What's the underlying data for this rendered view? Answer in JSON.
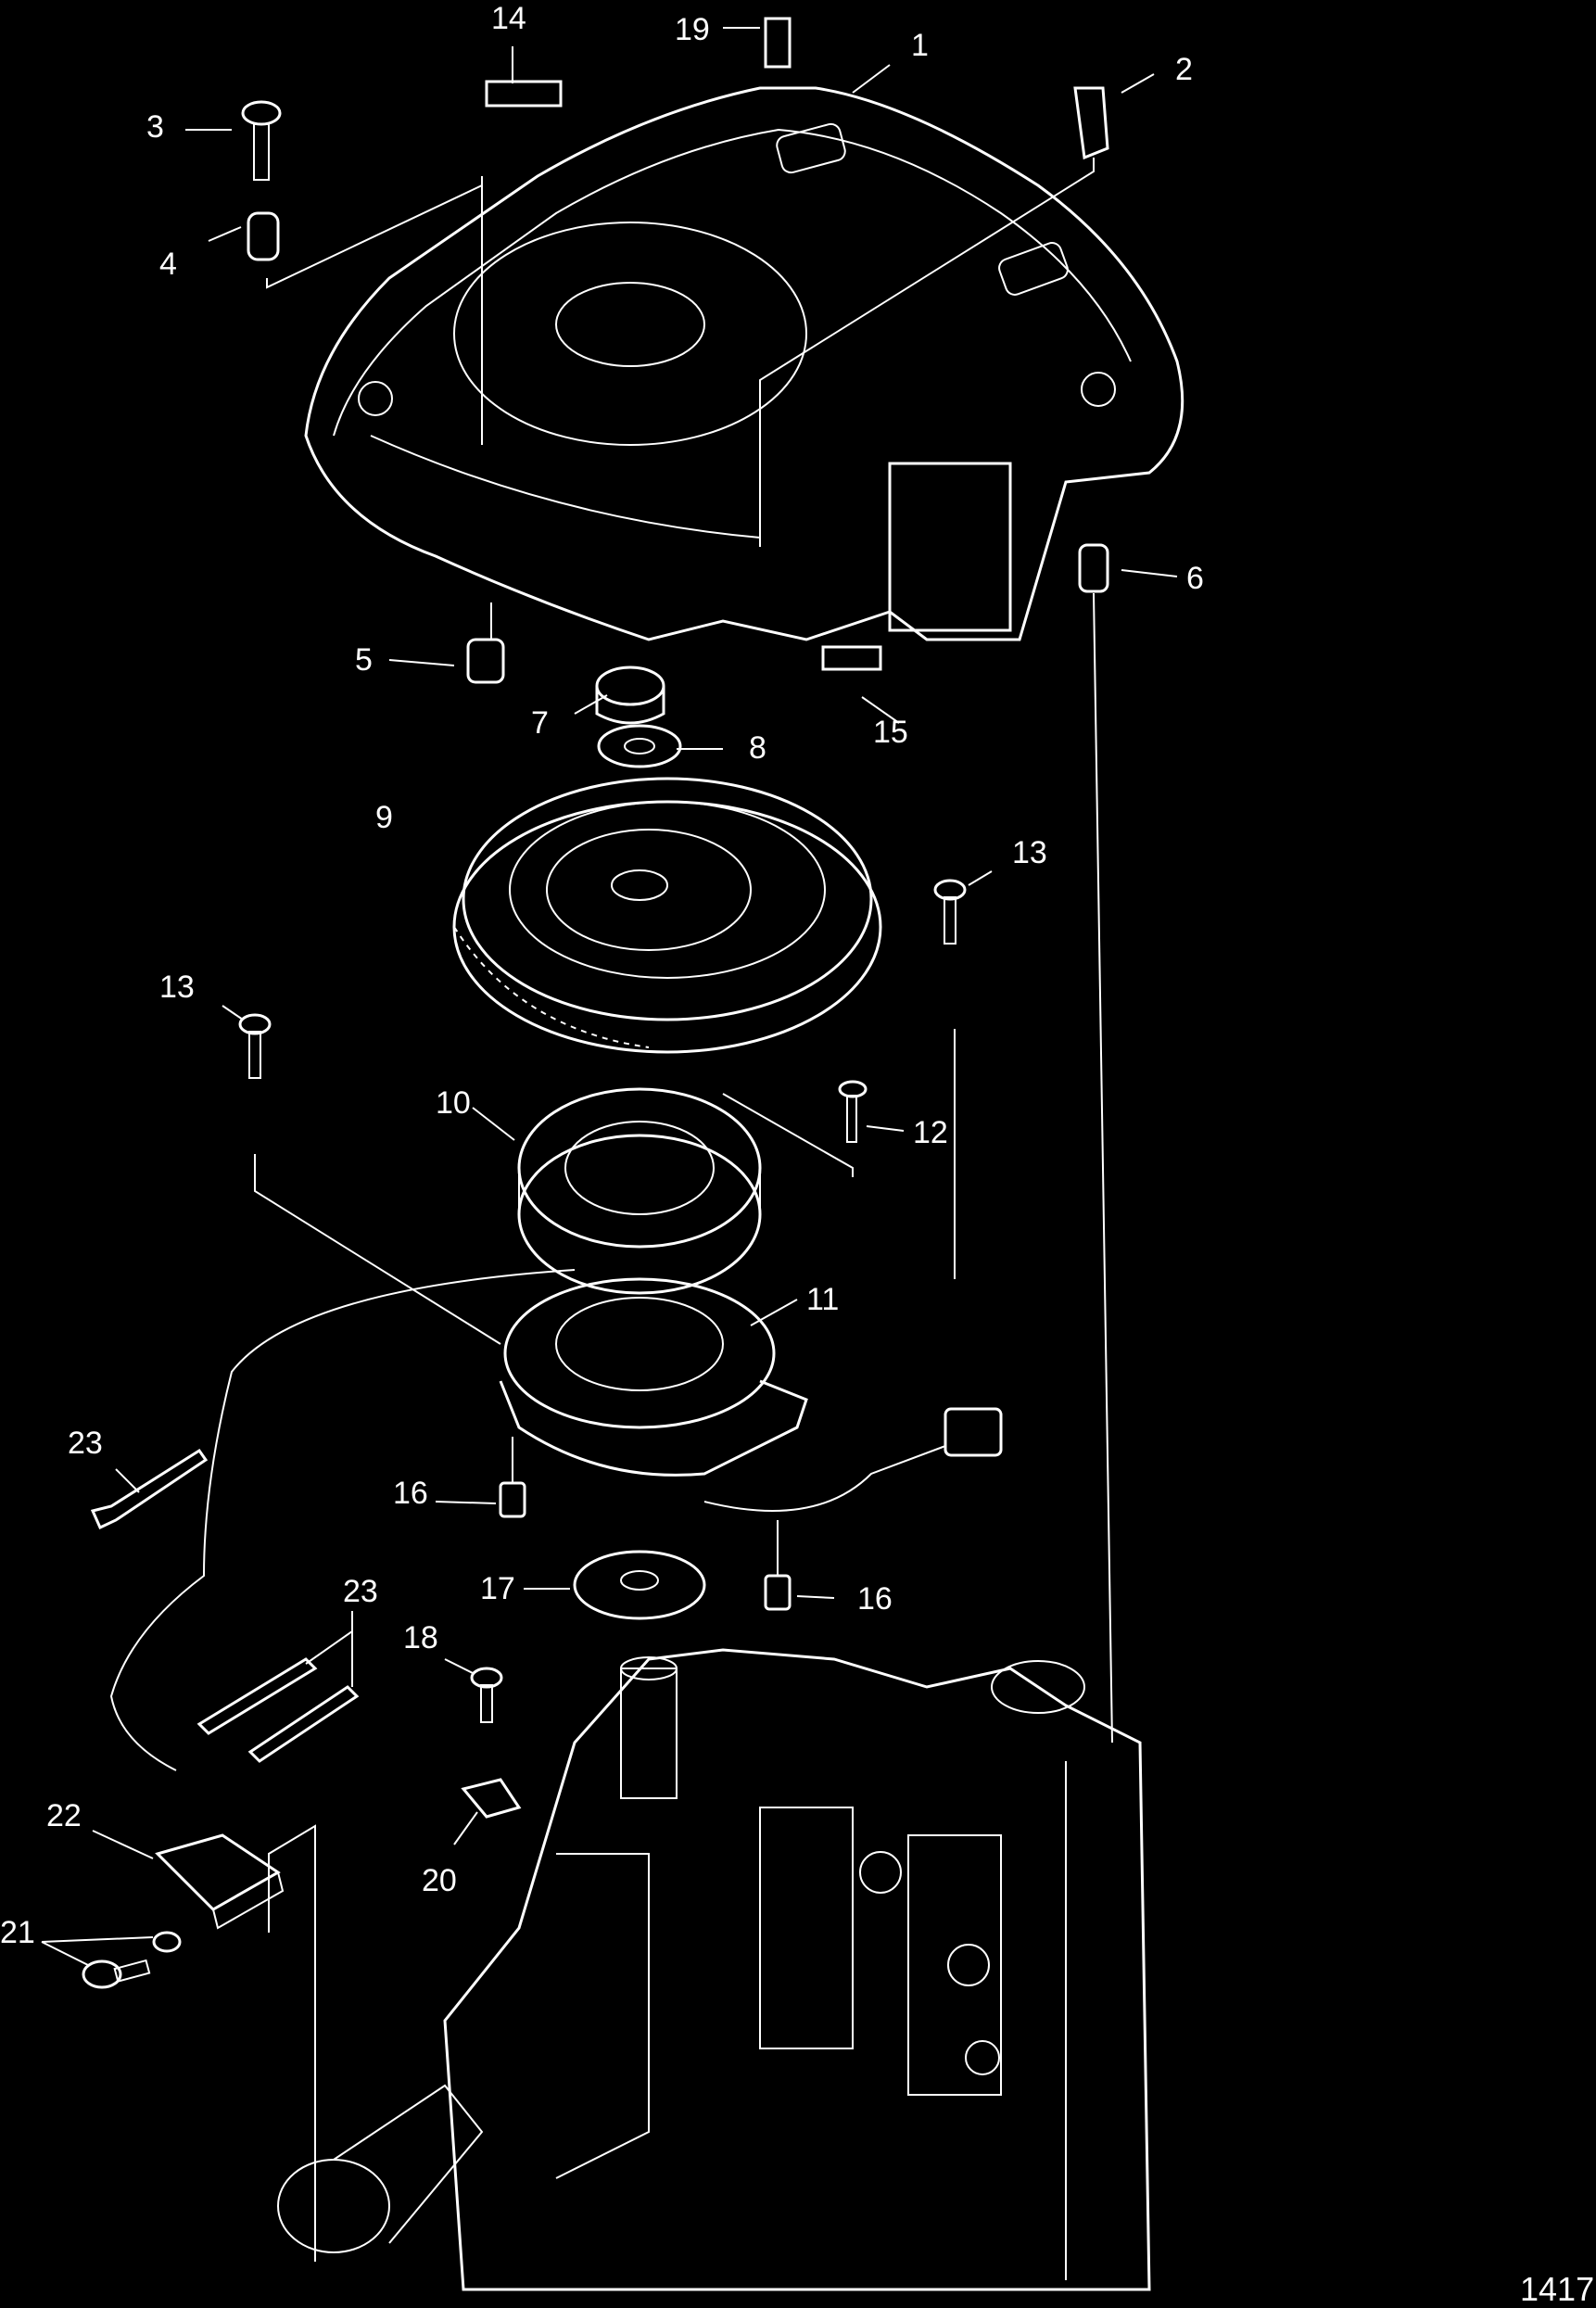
{
  "diagram": {
    "figure_id": "1417",
    "callouts": [
      "1",
      "2",
      "3",
      "4",
      "5",
      "6",
      "7",
      "8",
      "9",
      "10",
      "11",
      "12",
      "13",
      "14",
      "15",
      "16",
      "17",
      "18",
      "19",
      "20",
      "21",
      "22",
      "23"
    ],
    "labels": {
      "c1": "1",
      "c2": "2",
      "c3": "3",
      "c4": "4",
      "c5": "5",
      "c6": "6",
      "c7": "7",
      "c8": "8",
      "c9": "9",
      "c10": "10",
      "c11": "11",
      "c12": "12",
      "c13a": "13",
      "c13b": "13",
      "c14": "14",
      "c15": "15",
      "c16a": "16",
      "c16b": "16",
      "c17": "17",
      "c18": "18",
      "c19": "19",
      "c20": "20",
      "c21": "21",
      "c22": "22",
      "c23a": "23",
      "c23b": "23"
    },
    "colors": {
      "background": "#000000",
      "linework": "#ffffff"
    }
  }
}
